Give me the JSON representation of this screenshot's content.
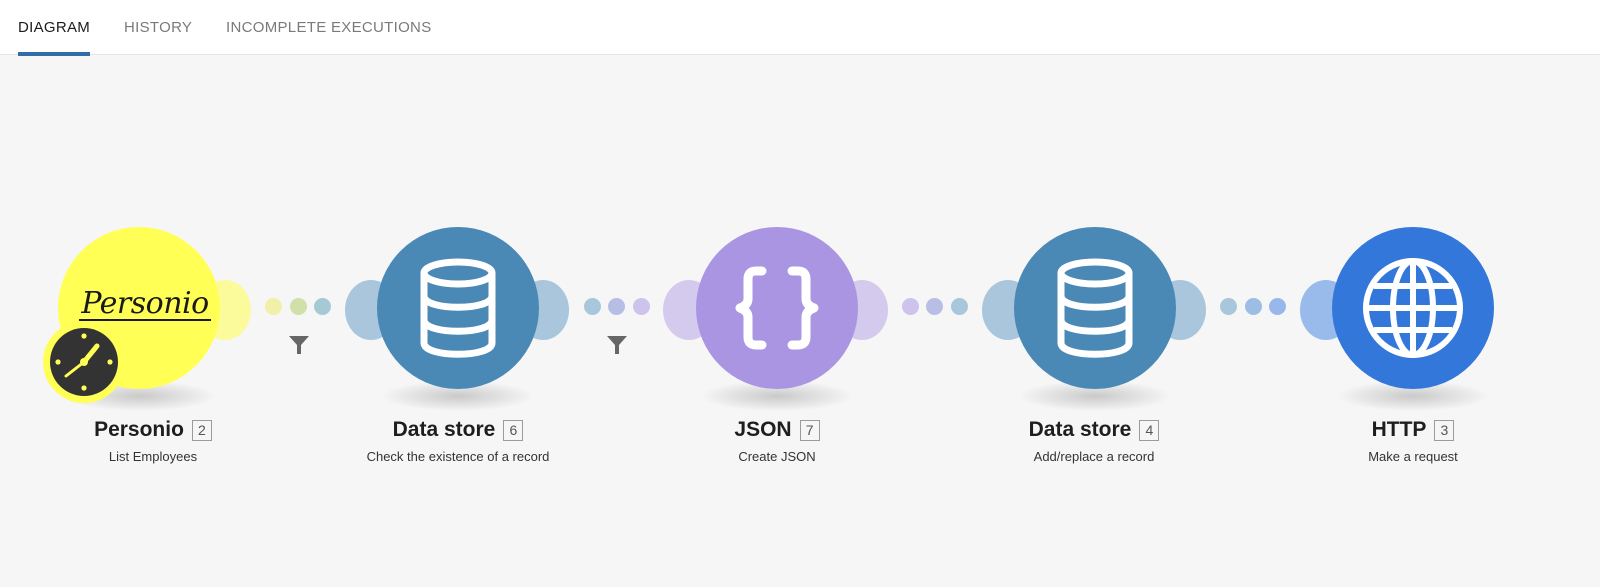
{
  "tabs": [
    {
      "label": "DIAGRAM",
      "active": true
    },
    {
      "label": "HISTORY",
      "active": false
    },
    {
      "label": "INCOMPLETE EXECUTIONS",
      "active": false
    }
  ],
  "modules": [
    {
      "name": "Personio",
      "id": "2",
      "action": "List Employees",
      "icon": "personio-logo",
      "color": "#ffff55"
    },
    {
      "name": "Data store",
      "id": "6",
      "action": "Check the existence of a record",
      "icon": "database-icon",
      "color": "#4a88b6"
    },
    {
      "name": "JSON",
      "id": "7",
      "action": "Create JSON",
      "icon": "braces-icon",
      "color": "#a995e2"
    },
    {
      "name": "Data store",
      "id": "4",
      "action": "Add/replace a record",
      "icon": "database-icon",
      "color": "#4a88b6"
    },
    {
      "name": "HTTP",
      "id": "3",
      "action": "Make a request",
      "icon": "globe-icon",
      "color": "#3477db"
    }
  ],
  "logo": {
    "personio_wordmark": "Personio"
  },
  "trigger_icon": "clock-icon",
  "filters": [
    "filter-icon",
    "filter-icon"
  ]
}
